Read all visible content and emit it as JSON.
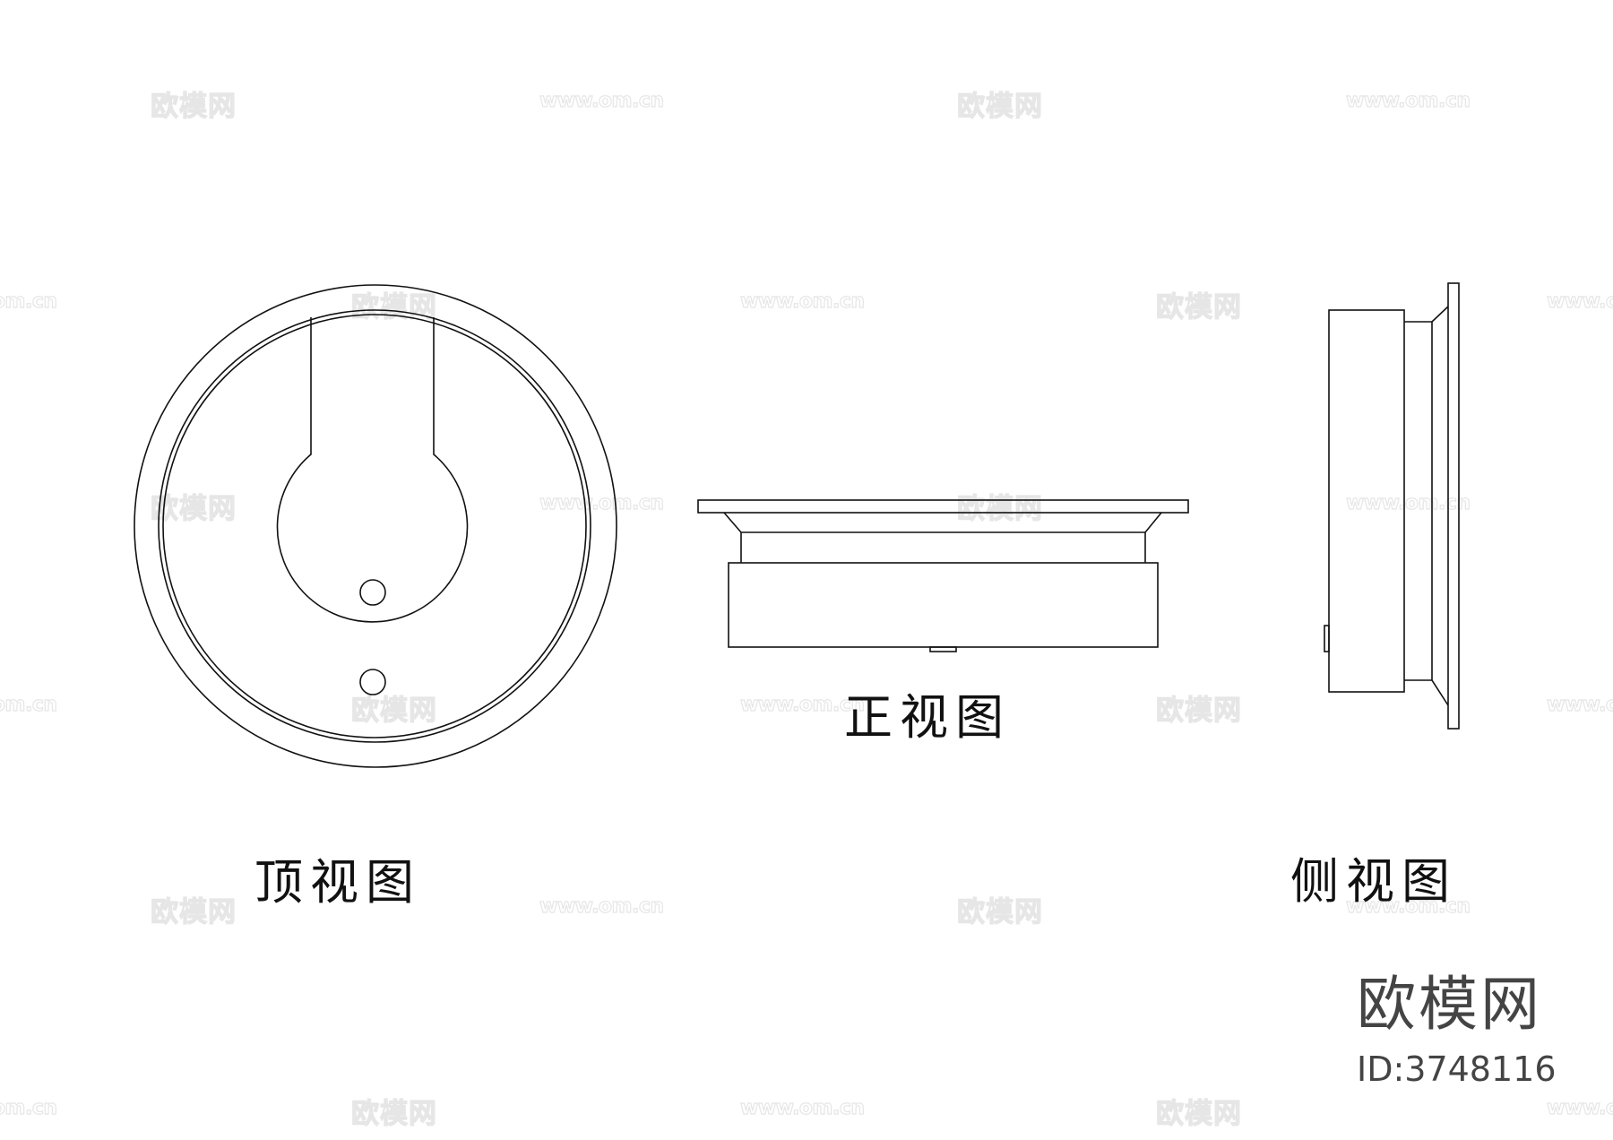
{
  "drawing": {
    "views": [
      {
        "id": "top",
        "label": "顶视图"
      },
      {
        "id": "front",
        "label": "正视图"
      },
      {
        "id": "side",
        "label": "侧视图"
      }
    ],
    "stroke_color": "#111111",
    "background": "#ffffff"
  },
  "brand": {
    "name": "欧模网",
    "id_text": "ID:3748116",
    "color": "#444444"
  },
  "watermarks": {
    "logo_text": "欧模网",
    "url_text": "www.om.cn"
  }
}
